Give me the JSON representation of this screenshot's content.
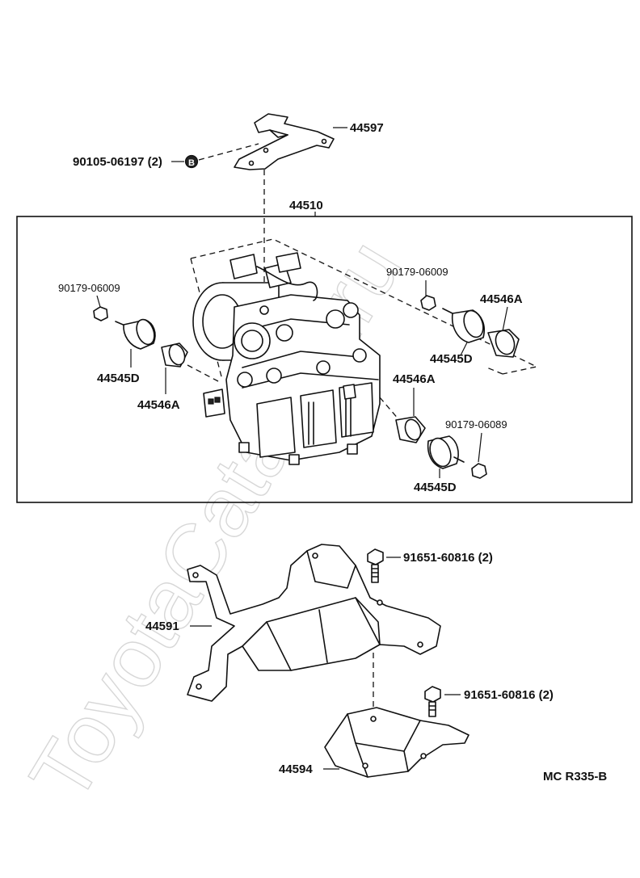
{
  "watermark": "ToyotaCatalog.ru",
  "drawing_code": "MC R335-B",
  "labels": {
    "bracket_44597": "44597",
    "bolt_90105": "90105-06197 (2)",
    "bolt_marker": "B",
    "assembly_44510": "44510",
    "nut_left": "90179-06009",
    "cushion_left_d": "44545D",
    "grommet_left_a": "44546A",
    "nut_right_top": "90179-06009",
    "grommet_right_top_a": "44546A",
    "cushion_right_top_d": "44545D",
    "grommet_right_bottom_a": "44546A",
    "nut_right_bottom": "90179-06089",
    "cushion_right_bottom_d": "44545D",
    "bolt_91651_upper": "91651-60816 (2)",
    "bracket_44591": "44591",
    "bolt_91651_lower": "91651-60816 (2)",
    "bracket_44594": "44594"
  }
}
